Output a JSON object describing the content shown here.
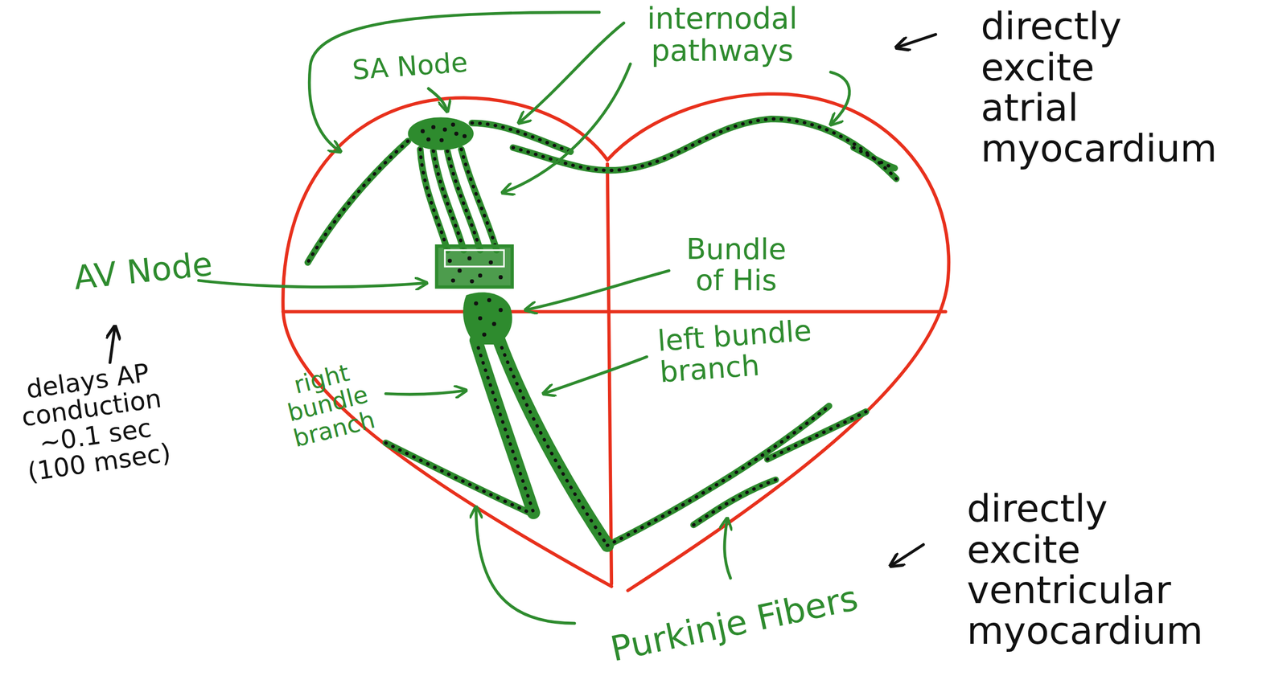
{
  "diagram": {
    "labels": [
      "internodal pathways",
      "directly excite atrial myocardium",
      "SA Node",
      "AV Node",
      "Bundle of His",
      "delays AP conduction ~0.1 sec (100 msec)",
      "left bundle branch",
      "right bundle branch",
      "Purkinje Fibers",
      "directly excite ventricular myocardium"
    ]
  }
}
